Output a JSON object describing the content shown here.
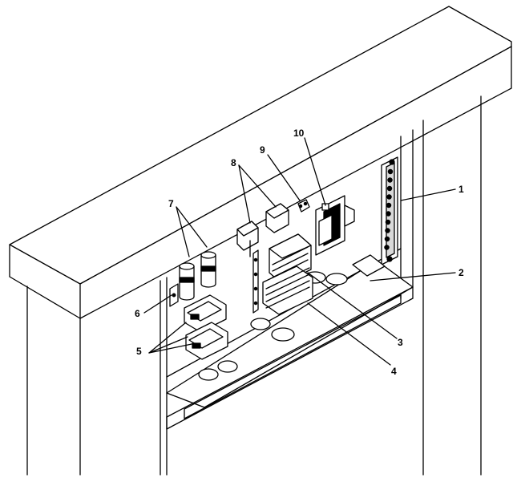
{
  "diagram": {
    "callouts": [
      {
        "id": "1",
        "label": "1",
        "part": "terminal-strip"
      },
      {
        "id": "2",
        "label": "2",
        "part": "floor-panel"
      },
      {
        "id": "3",
        "label": "3",
        "part": "contactor-upper"
      },
      {
        "id": "4",
        "label": "4",
        "part": "contactor-lower"
      },
      {
        "id": "5",
        "label": "5",
        "part": "relay-blocks"
      },
      {
        "id": "6",
        "label": "6",
        "part": "mounting-bracket"
      },
      {
        "id": "7",
        "label": "7",
        "part": "capacitors"
      },
      {
        "id": "8",
        "label": "8",
        "part": "relays"
      },
      {
        "id": "9",
        "label": "9",
        "part": "small-terminal"
      },
      {
        "id": "10",
        "label": "10",
        "part": "transformer"
      }
    ]
  }
}
